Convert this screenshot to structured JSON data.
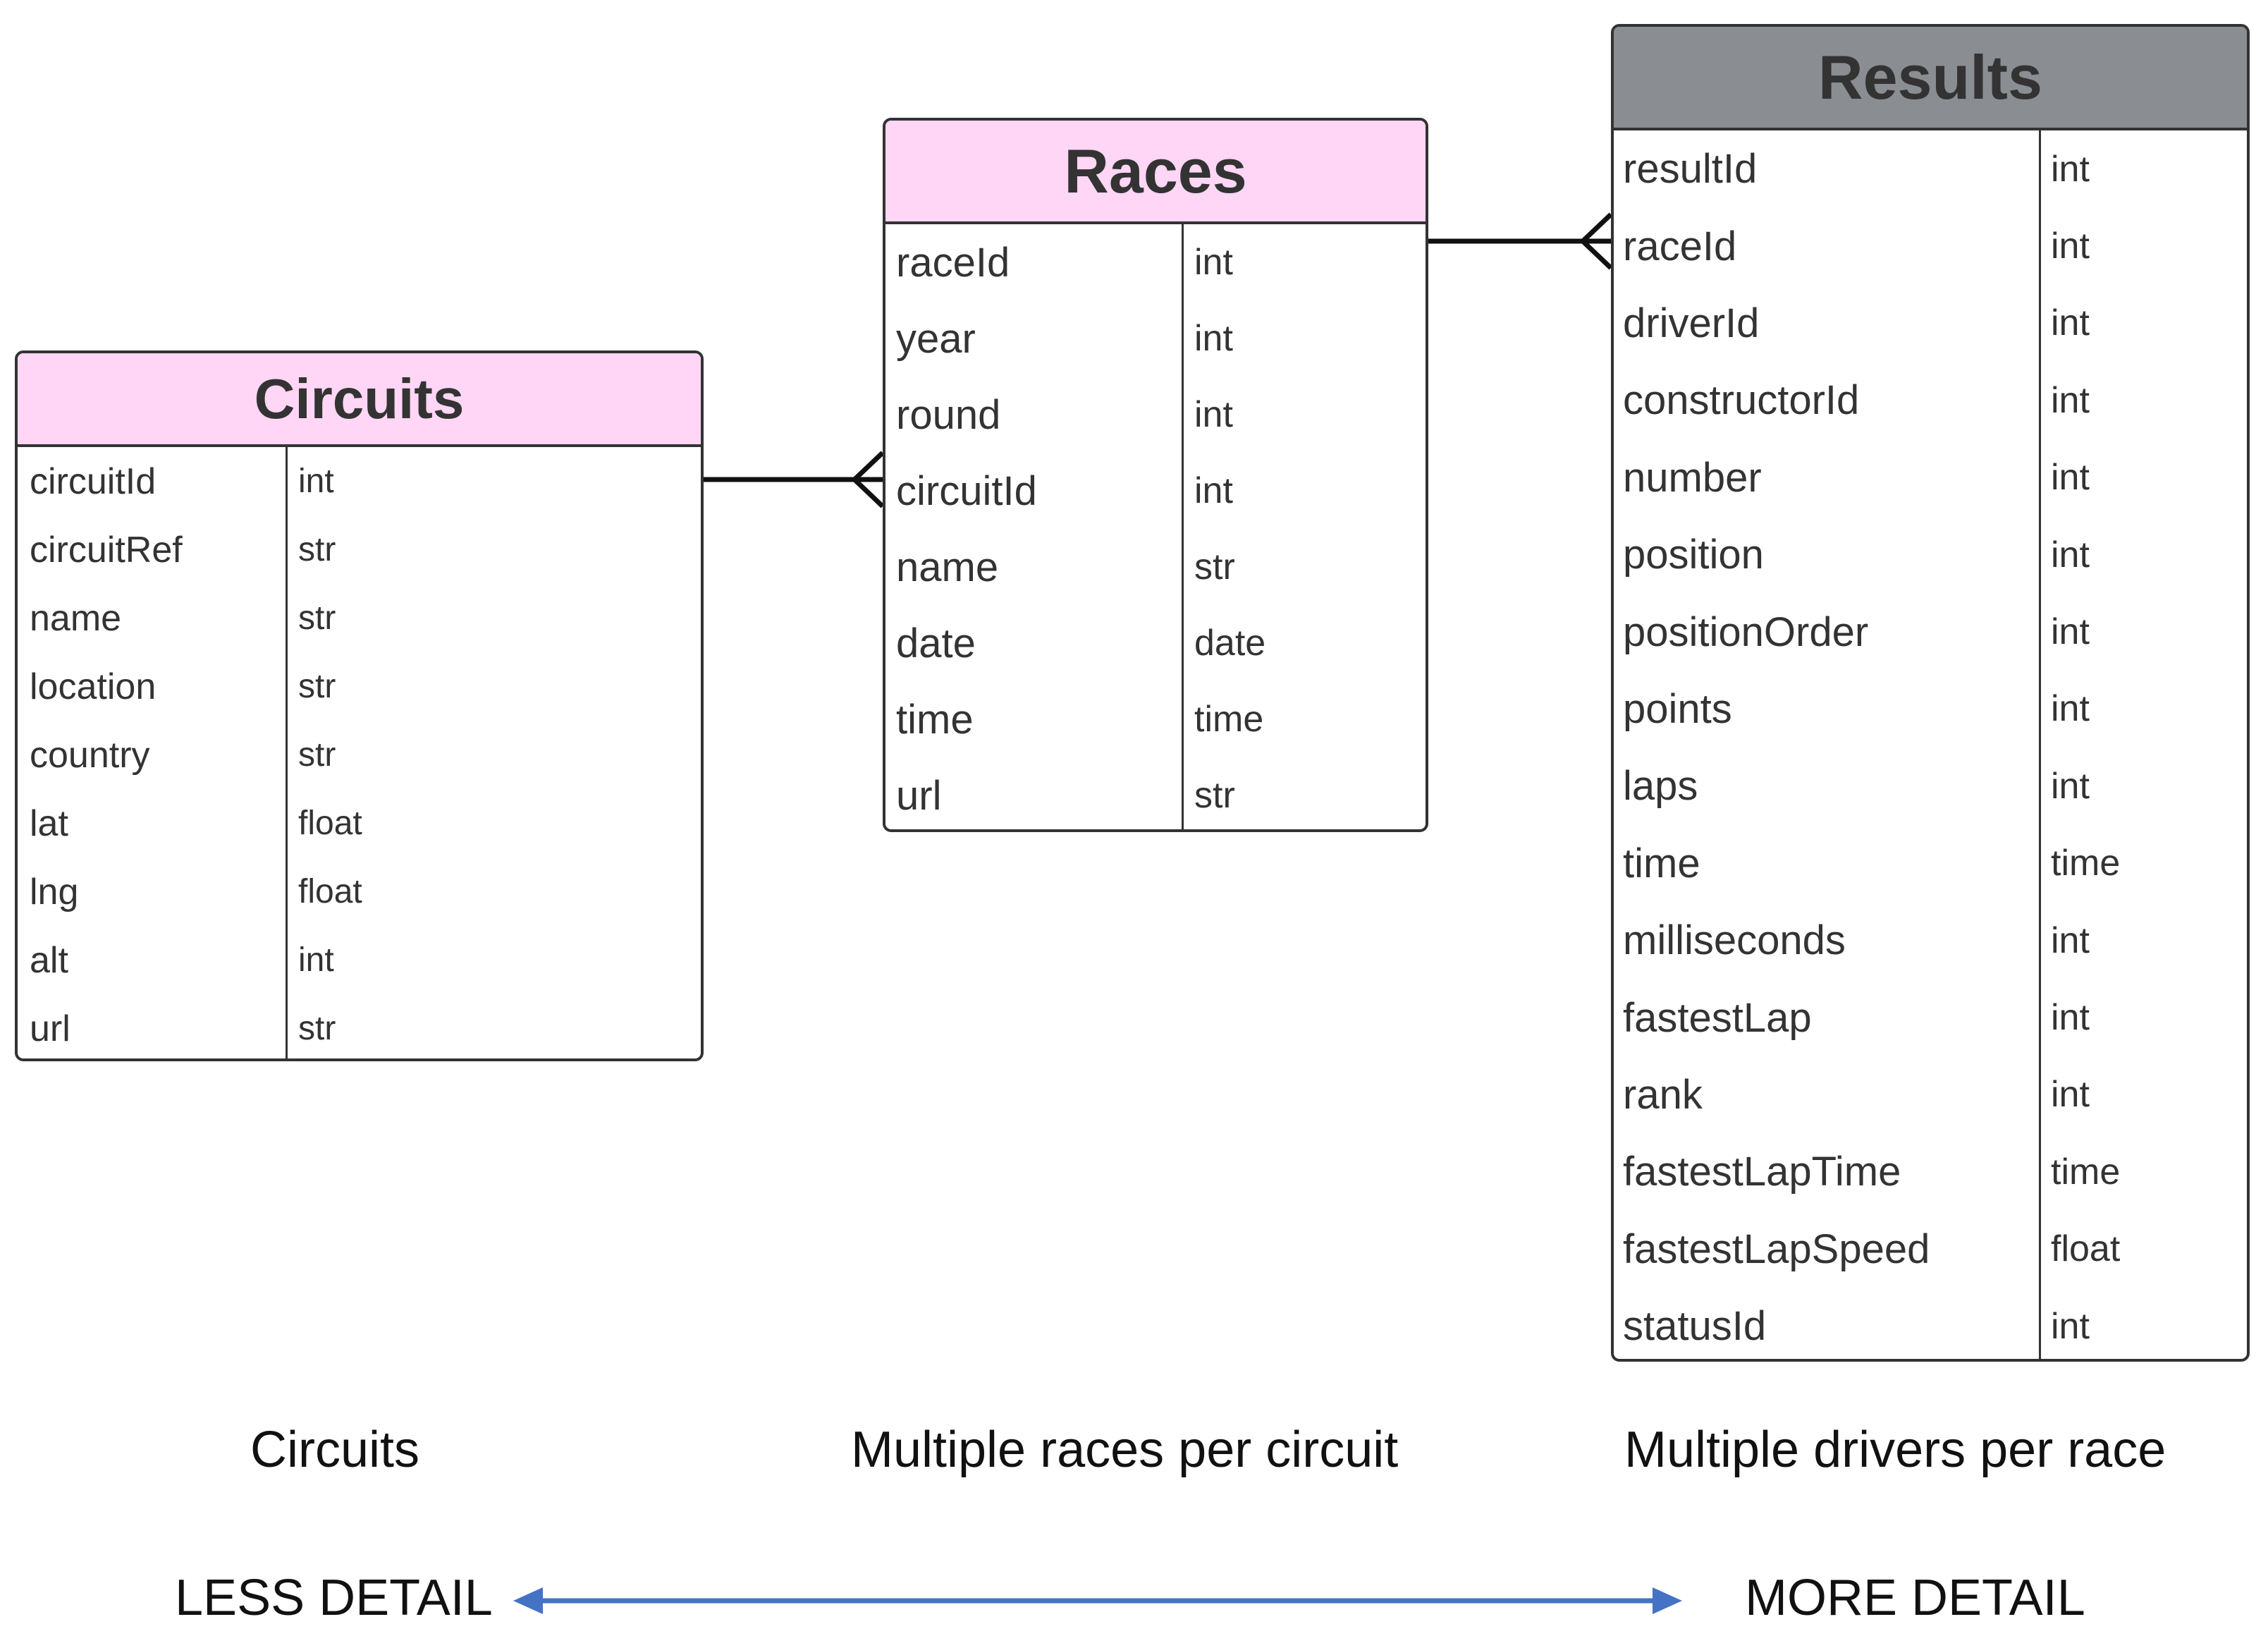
{
  "entities": {
    "circuits": {
      "title": "Circuits",
      "fields": [
        {
          "name": "circuitId",
          "type": "int"
        },
        {
          "name": "circuitRef",
          "type": "str"
        },
        {
          "name": "name",
          "type": "str"
        },
        {
          "name": "location",
          "type": "str"
        },
        {
          "name": "country",
          "type": "str"
        },
        {
          "name": "lat",
          "type": "float"
        },
        {
          "name": "lng",
          "type": "float"
        },
        {
          "name": "alt",
          "type": "int"
        },
        {
          "name": "url",
          "type": "str"
        }
      ]
    },
    "races": {
      "title": "Races",
      "fields": [
        {
          "name": "raceId",
          "type": "int"
        },
        {
          "name": "year",
          "type": "int"
        },
        {
          "name": "round",
          "type": "int"
        },
        {
          "name": "circuitId",
          "type": "int"
        },
        {
          "name": "name",
          "type": "str"
        },
        {
          "name": "date",
          "type": "date"
        },
        {
          "name": "time",
          "type": "time"
        },
        {
          "name": "url",
          "type": "str"
        }
      ]
    },
    "results": {
      "title": "Results",
      "fields": [
        {
          "name": "resultId",
          "type": "int"
        },
        {
          "name": "raceId",
          "type": "int"
        },
        {
          "name": "driverId",
          "type": "int"
        },
        {
          "name": "constructorId",
          "type": "int"
        },
        {
          "name": "number",
          "type": "int"
        },
        {
          "name": "position",
          "type": "int"
        },
        {
          "name": "positionOrder",
          "type": "int"
        },
        {
          "name": "points",
          "type": "int"
        },
        {
          "name": "laps",
          "type": "int"
        },
        {
          "name": "time",
          "type": "time"
        },
        {
          "name": "milliseconds",
          "type": "int"
        },
        {
          "name": "fastestLap",
          "type": "int"
        },
        {
          "name": "rank",
          "type": "int"
        },
        {
          "name": "fastestLapTime",
          "type": "time"
        },
        {
          "name": "fastestLapSpeed",
          "type": "float"
        },
        {
          "name": "statusId",
          "type": "int"
        }
      ]
    }
  },
  "relationships": [
    {
      "from": "circuits.circuitId",
      "to": "races.circuitId",
      "cardinality": "one-to-many"
    },
    {
      "from": "races.raceId",
      "to": "results.raceId",
      "cardinality": "one-to-many"
    }
  ],
  "captions": {
    "circuits": "Circuits",
    "races": "Multiple races per circuit",
    "results": "Multiple drivers per race",
    "less_detail": "LESS DETAIL",
    "more_detail": "MORE DETAIL"
  },
  "colors": {
    "entity_header_pink": "#ffd6f5",
    "entity_header_gray": "#8a8e93",
    "border": "#333333",
    "arrow": "#4472c4"
  }
}
